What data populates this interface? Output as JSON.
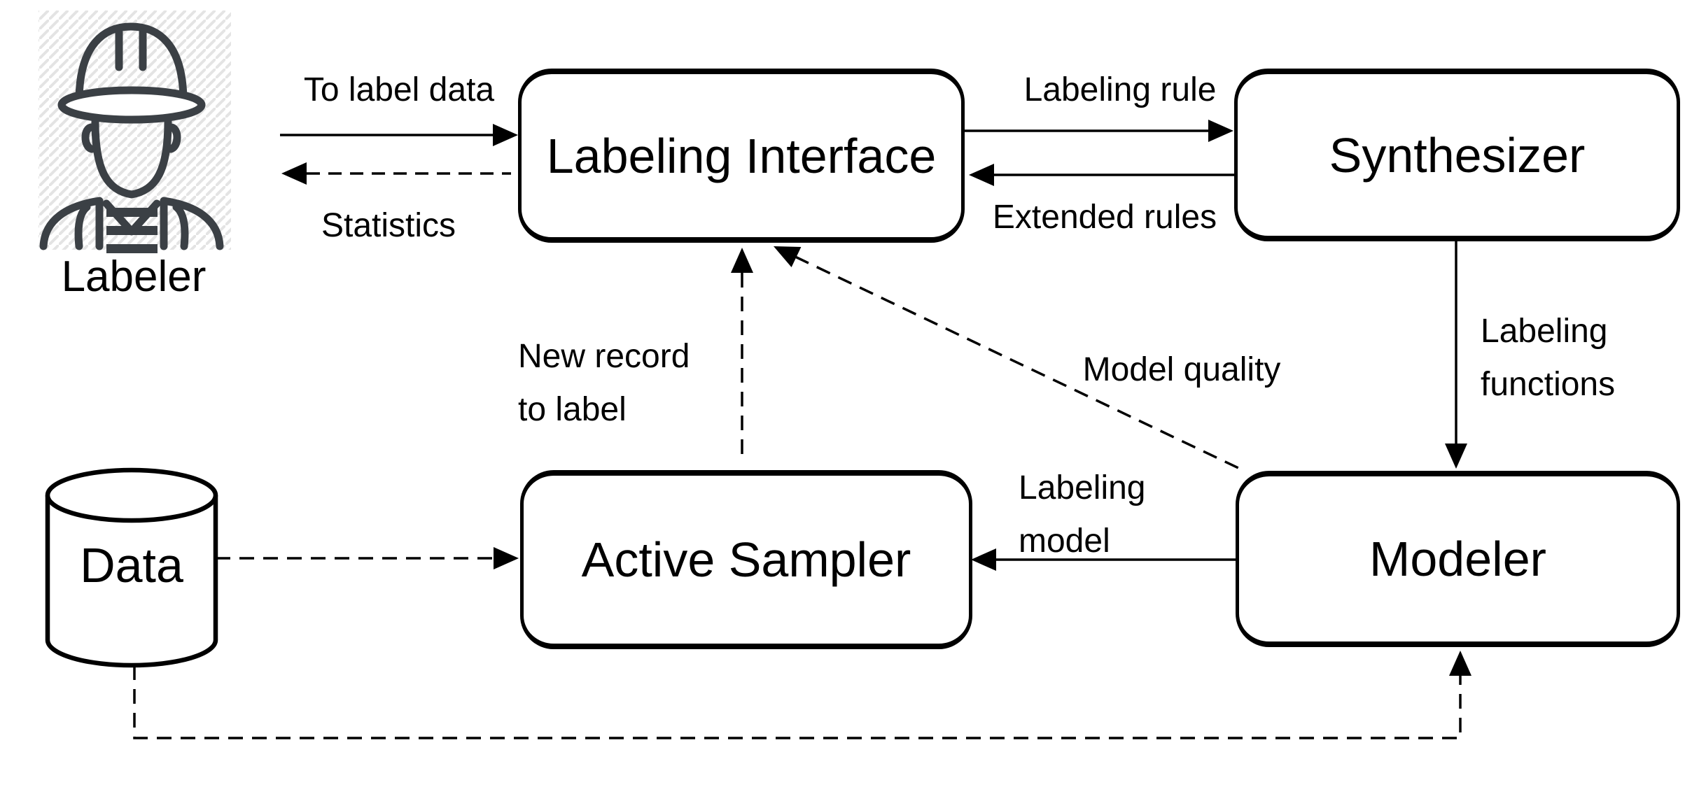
{
  "colors": {
    "ink": "#000000",
    "icon_gray": "#3b4045",
    "hatch_gray": "#e4e4e4",
    "background": "#ffffff"
  },
  "diagram": {
    "nodes": {
      "labeler": {
        "label": "Labeler",
        "type": "actor"
      },
      "data": {
        "label": "Data",
        "type": "datastore"
      },
      "labeling_interface": {
        "label": "Labeling Interface",
        "type": "process"
      },
      "synthesizer": {
        "label": "Synthesizer",
        "type": "process"
      },
      "active_sampler": {
        "label": "Active Sampler",
        "type": "process"
      },
      "modeler": {
        "label": "Modeler",
        "type": "process"
      }
    },
    "edges": {
      "to_label_data": {
        "label": "To label data",
        "from": "labeler",
        "to": "labeling_interface",
        "style": "solid"
      },
      "statistics": {
        "label": "Statistics",
        "from": "labeling_interface",
        "to": "labeler",
        "style": "dashed"
      },
      "labeling_rule": {
        "label": "Labeling rule",
        "from": "labeling_interface",
        "to": "synthesizer",
        "style": "solid"
      },
      "extended_rules": {
        "label": "Extended rules",
        "from": "synthesizer",
        "to": "labeling_interface",
        "style": "solid"
      },
      "labeling_functions": {
        "label_line1": "Labeling",
        "label_line2": "functions",
        "from": "synthesizer",
        "to": "modeler",
        "style": "solid"
      },
      "model_quality": {
        "label": "Model quality",
        "from": "modeler",
        "to": "labeling_interface",
        "style": "dashed"
      },
      "new_record_to_label": {
        "label_line1": "New record",
        "label_line2": "to label",
        "from": "active_sampler",
        "to": "labeling_interface",
        "style": "dashed"
      },
      "data_to_active_sampler": {
        "label": "",
        "from": "data",
        "to": "active_sampler",
        "style": "dashed"
      },
      "labeling_model": {
        "label_line1": "Labeling",
        "label_line2": "model",
        "from": "modeler",
        "to": "active_sampler",
        "style": "solid"
      },
      "data_to_modeler": {
        "label": "",
        "from": "data",
        "to": "modeler",
        "style": "dashed"
      }
    }
  }
}
